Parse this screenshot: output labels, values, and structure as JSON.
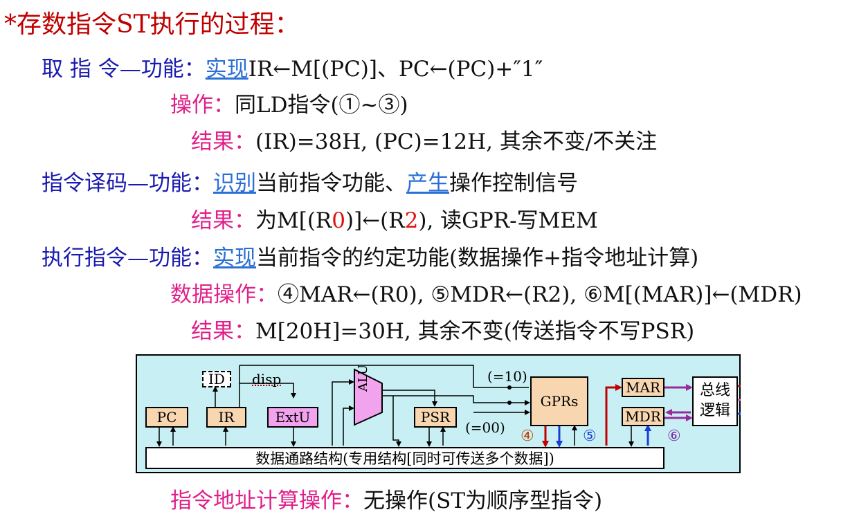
{
  "title": "*存数指令ST执行的过程：",
  "fetch": {
    "label": "取 指 令—功能：",
    "func_link": "实现",
    "func_rest": "IR←M[(PC)]、PC←(PC)+″1″",
    "op_label": "操作：",
    "op_text": "同LD指令(①~③)",
    "result_label": "结果：",
    "result_text": "(IR)=38H, (PC)=12H, 其余不变/不关注"
  },
  "decode": {
    "label": "指令译码—功能：",
    "link1": "识别",
    "text1": "当前指令功能、",
    "link2": "产生",
    "text2": "操作控制信号",
    "result_label": "结果：",
    "result_a": "为M[(R",
    "result_b": "0",
    "result_c": ")]←(R",
    "result_d": "2",
    "result_e": "), 读GPR-写MEM"
  },
  "execute": {
    "label": "执行指令—功能：",
    "func_link": "实现",
    "func_rest": "当前指令的约定功能(数据操作+指令地址计算)",
    "data_op_label": "数据操作：",
    "data_op_text": "④MAR←(R0), ⑤MDR←(R2), ⑥M[(MAR)]←(MDR)",
    "result_label": "结果：",
    "result_text": "M[20H]=30H, 其余不变(传送指令不写PSR)",
    "addr_label": "指令地址计算操作：",
    "addr_text": "无操作(ST为顺序型指令)"
  },
  "diagram": {
    "pc": "PC",
    "ir": "IR",
    "id": "ID",
    "disp": "disp",
    "extu": "ExtU",
    "alu": "ALU",
    "psr": "PSR",
    "gprs": "GPRs",
    "mar": "MAR",
    "mdr": "MDR",
    "bus_logic_1": "总线",
    "bus_logic_2": "逻辑",
    "eq10": "(=10)",
    "eq00": "(=00)",
    "step4": "④",
    "step5": "⑤",
    "step6": "⑥",
    "datapath": "数据通路结构(专用结构[同时可传送多个数据])",
    "colors": {
      "background": "#c8f0f4",
      "register": "#f7d6b0",
      "alu": "#f2a3ee",
      "arrow_red": "#c00000",
      "arrow_purple": "#9a2a9a",
      "arrow_blue": "#1a3bd6",
      "arrow_pink": "#ff40c0"
    }
  }
}
